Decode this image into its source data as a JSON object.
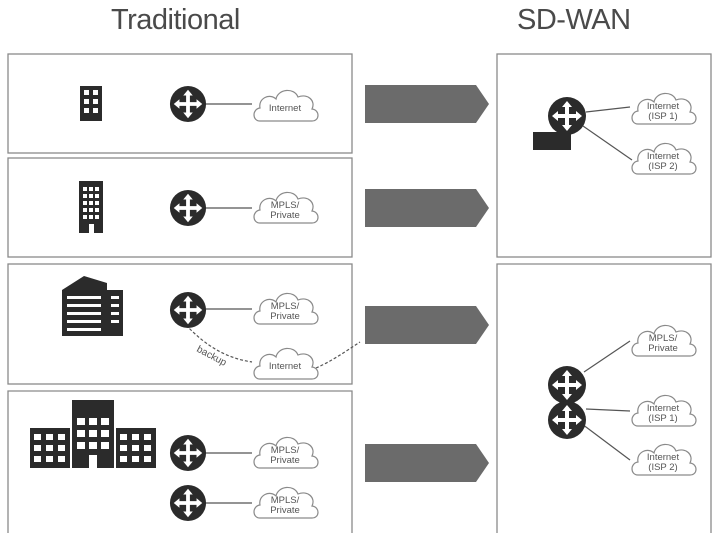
{
  "headings": {
    "traditional": "Traditional",
    "sdwan": "SD-WAN"
  },
  "traditional_rows": [
    {
      "links": [
        "Internet"
      ]
    },
    {
      "links": [
        "MPLS/\nPrivate"
      ]
    },
    {
      "links": [
        "MPLS/\nPrivate",
        "Internet"
      ],
      "backup_label": "backup"
    },
    {
      "links": [
        "MPLS/\nPrivate",
        "MPLS/\nPrivate"
      ]
    }
  ],
  "sdwan_panels": [
    {
      "links": [
        "Internet\n(ISP 1)",
        "Internet\n(ISP 2)"
      ]
    },
    {
      "links": [
        "MPLS/\nPrivate",
        "Internet\n(ISP 1)",
        "Internet\n(ISP 2)"
      ]
    }
  ],
  "colors": {
    "border": "#8a8a8a",
    "arrow": "#6b6b6b",
    "device": "#2b2b2b",
    "cloud_stroke": "#8a8a8a",
    "text": "#555555"
  }
}
